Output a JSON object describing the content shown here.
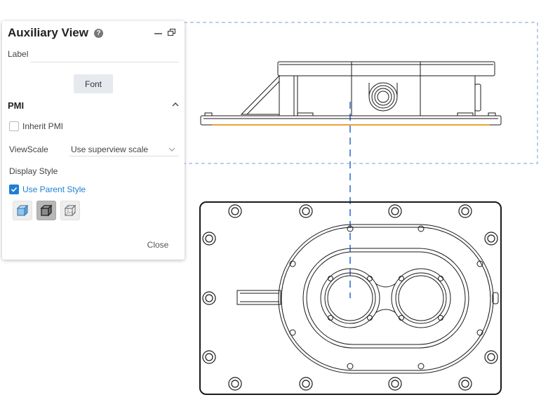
{
  "panel": {
    "title": "Auxiliary View",
    "help_icon": "?",
    "minimize_icon": "minimize-icon",
    "restore_icon": "restore-window-icon",
    "label_field": {
      "label": "Label",
      "value": ""
    },
    "font_button": "Font",
    "pmi": {
      "title": "PMI",
      "collapse_icon": "chevron-up-icon",
      "inherit_pmi": {
        "label": "Inherit PMI",
        "checked": false
      }
    },
    "view_scale": {
      "label": "ViewScale",
      "selected": "Use superview scale"
    },
    "display_style": {
      "label": "Display Style",
      "use_parent_style": {
        "label": "Use Parent Style",
        "checked": true
      },
      "styles": [
        {
          "name": "shaded-style-icon",
          "active": false
        },
        {
          "name": "shaded-with-edges-style-icon",
          "active": true
        },
        {
          "name": "wireframe-style-icon",
          "active": false
        }
      ]
    },
    "close_button": "Close"
  },
  "colors": {
    "accent": "#1e7fd6",
    "selection_frame": "#7b9fd6",
    "projection_line": "#5b8fd8",
    "highlight_edge": "#e8a23a",
    "drawing_line": "#1a1a1a"
  }
}
